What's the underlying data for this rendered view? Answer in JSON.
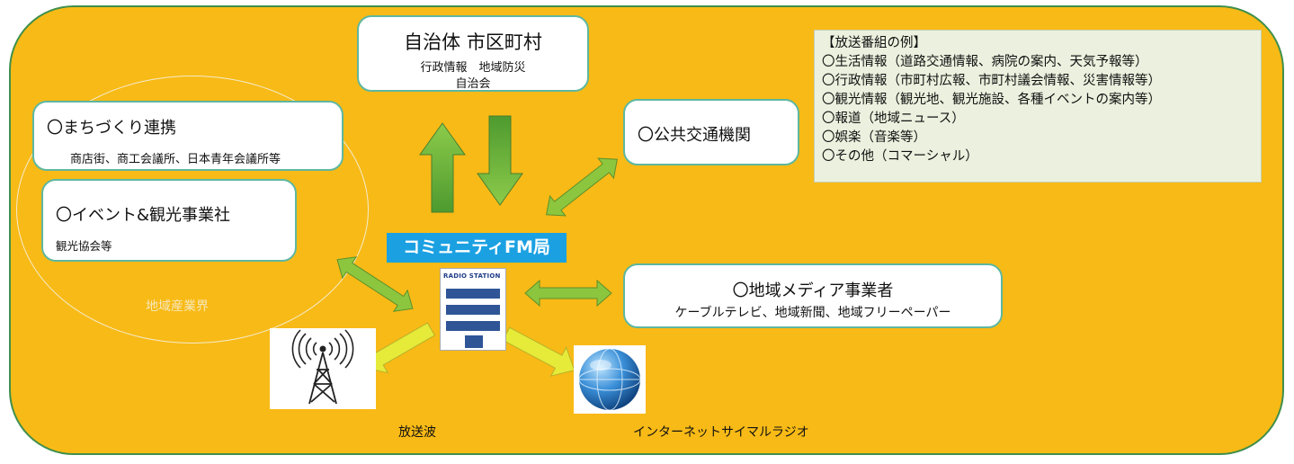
{
  "local_gov": {
    "title": "自治体 市区町村",
    "line1": "行政情報　地域防災",
    "line2": "自治会"
  },
  "machizukuri": {
    "title": "〇まちづくり連携",
    "sub": "商店街、商工会議所、日本青年会議所等"
  },
  "event": {
    "title": "〇イベント&観光事業社",
    "sub": "観光協会等"
  },
  "industry_label": "地域産業界",
  "transport": {
    "title": "〇公共交通機関"
  },
  "program_examples": {
    "title": "【放送番組の例】",
    "items": [
      "〇生活情報（道路交通情報、病院の案内、天気予報等）",
      "〇行政情報（市町村広報、市町村議会情報、災害情報等）",
      "〇観光情報（観光地、観光施設、各種イベントの案内等）",
      "〇報道（地域ニュース）",
      "〇娯楽（音楽等）",
      "〇その他（コマーシャル）"
    ]
  },
  "fm_station": {
    "label": "コミュニティFM局",
    "sign": "RADIO STATION"
  },
  "media": {
    "title": "〇地域メディア事業者",
    "sub": "ケーブルテレビ、地域新聞、地域フリーペーパー"
  },
  "broadcast": {
    "caption": "放送波",
    "icon": "radio-tower-icon"
  },
  "internet": {
    "caption": "インターネットサイマルラジオ",
    "icon": "globe-icon"
  },
  "colors": {
    "background": "#F8BA16",
    "green_arrow": "#5FA93B",
    "light_green_arrow": "#8CC63F",
    "yellow_arrow": "#E6EB3A",
    "fm_label": "#1BA1E2"
  }
}
